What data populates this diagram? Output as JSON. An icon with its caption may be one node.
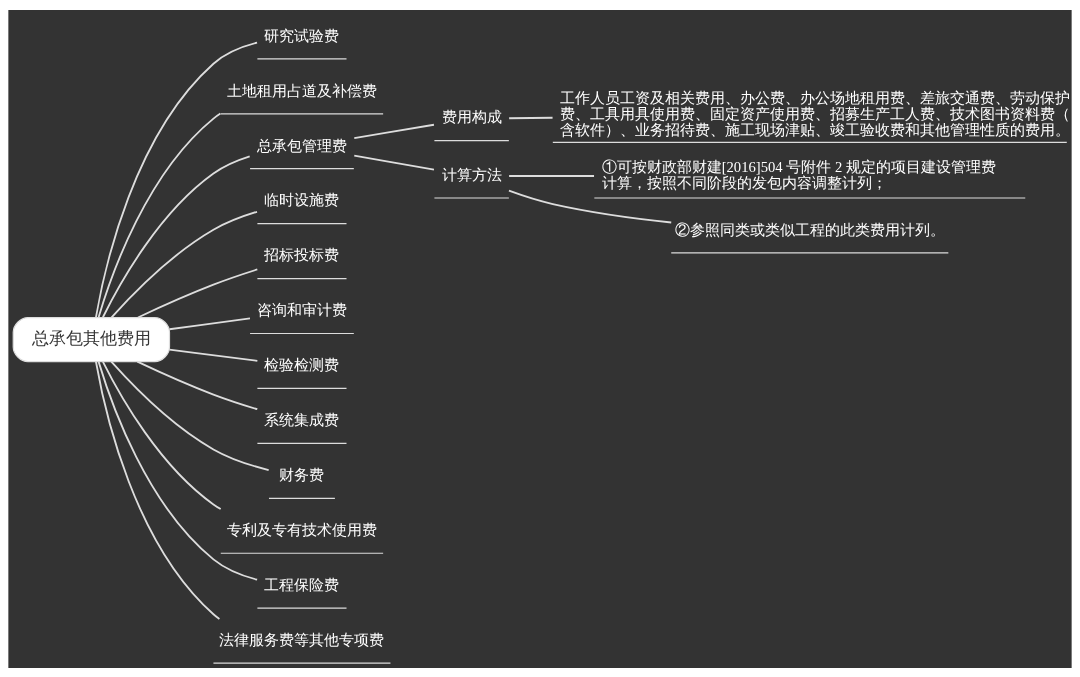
{
  "diagram": {
    "nodes": [
      {
        "text": [
          "总承包其他费用"
        ]
      },
      {
        "text": [
          "研究试验费"
        ]
      },
      {
        "text": [
          "土地租用占道及补偿费"
        ]
      },
      {
        "text": [
          "总承包管理费"
        ]
      },
      {
        "text": [
          "费用构成"
        ]
      },
      {
        "text": [
          "工作人员工资及相关费用、办公费、办公场地租用费、差旅交通费、劳动保护费、工具用具使用费、固定资产使用费、招募生产工人费、技术图书资料费（含软件）、业务招待费、施工现场津贴、竣工验收费和其他管理性质的费用。"
        ]
      },
      {
        "text": [
          "计算方法"
        ]
      },
      {
        "text": [
          "①可按财政部财建[2016]504 号附件 2 规定的项目建设管理费计算，按照不同阶段的发包内容调整计列；"
        ]
      },
      {
        "text": [
          "②参照同类或类似工程的此类费用计列。"
        ]
      },
      {
        "text": [
          "临时设施费"
        ]
      },
      {
        "text": [
          "招标投标费"
        ]
      },
      {
        "text": [
          "咨询和审计费"
        ]
      },
      {
        "text": [
          "检验检测费"
        ]
      },
      {
        "text": [
          "系统集成费"
        ]
      },
      {
        "text": [
          "财务费"
        ]
      },
      {
        "text": [
          "专利及专有技术使用费"
        ]
      },
      {
        "text": [
          "工程保险费"
        ]
      },
      {
        "text": [
          "法律服务费等其他专项费"
        ]
      }
    ],
    "edges": [
      {
        "from": 0,
        "to": 1,
        "arrow": "none"
      },
      {
        "from": 0,
        "to": 2,
        "arrow": "none"
      },
      {
        "from": 0,
        "to": 3,
        "arrow": "none"
      },
      {
        "from": 3,
        "to": 4,
        "arrow": "none"
      },
      {
        "from": 4,
        "to": 5,
        "arrow": "none"
      },
      {
        "from": 3,
        "to": 6,
        "arrow": "none"
      },
      {
        "from": 6,
        "to": 7,
        "arrow": "none"
      },
      {
        "from": 6,
        "to": 8,
        "arrow": "none"
      },
      {
        "from": 0,
        "to": 9,
        "arrow": "none"
      },
      {
        "from": 0,
        "to": 10,
        "arrow": "none"
      },
      {
        "from": 0,
        "to": 11,
        "arrow": "none"
      },
      {
        "from": 0,
        "to": 12,
        "arrow": "none"
      },
      {
        "from": 0,
        "to": 13,
        "arrow": "none"
      },
      {
        "from": 0,
        "to": 14,
        "arrow": "none"
      },
      {
        "from": 0,
        "to": 15,
        "arrow": "none"
      },
      {
        "from": 0,
        "to": 16,
        "arrow": "none"
      },
      {
        "from": 0,
        "to": 17,
        "arrow": "none"
      }
    ]
  }
}
